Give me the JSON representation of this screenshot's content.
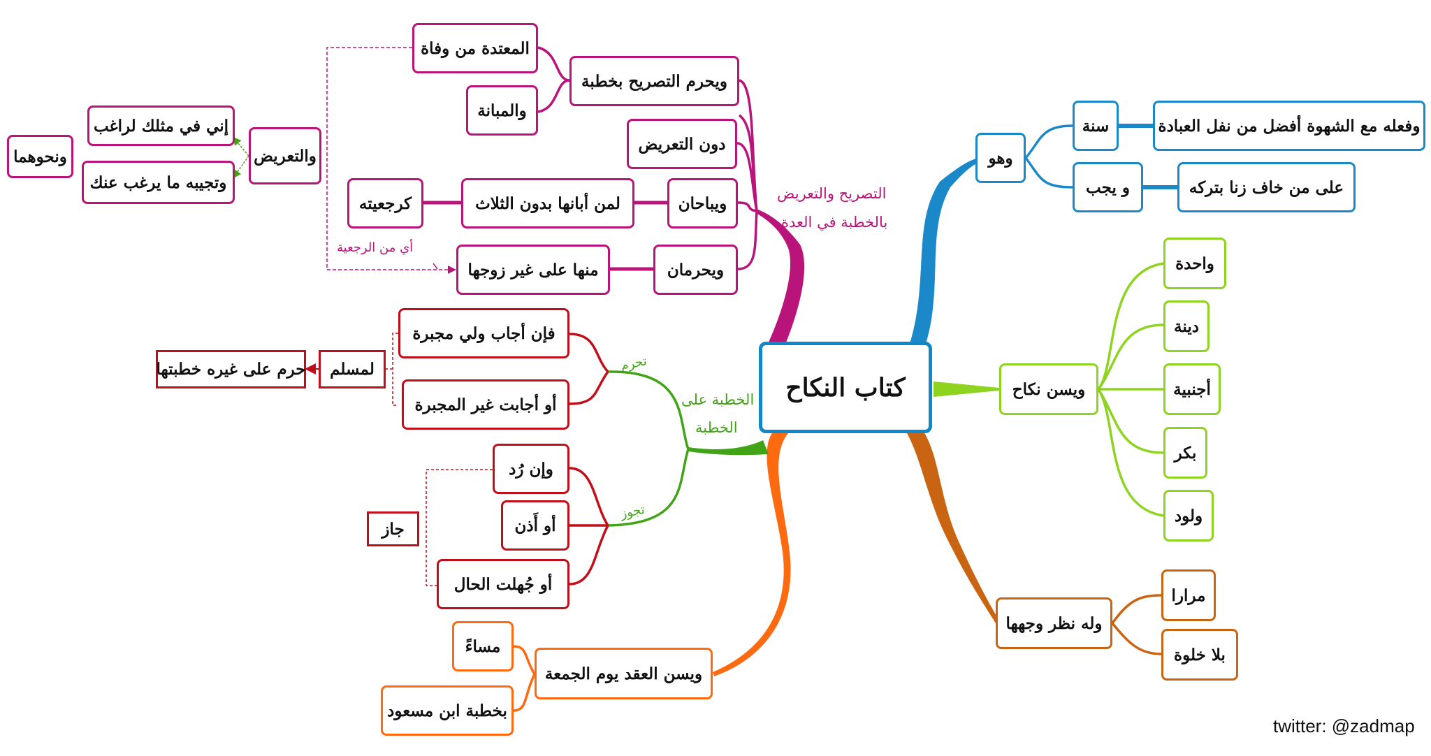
{
  "title": "كتاب النكاح",
  "credit": "twitter: @zadmap",
  "colors": {
    "blue": "#1b88c9",
    "green": "#8fd321",
    "brown": "#c96412",
    "orange": "#fd6a10",
    "darkgreen": "#41a316",
    "red": "#c00f1a",
    "magenta": "#b8147a"
  },
  "branch_labels": {
    "magenta_1": "التصريح والتعريض",
    "magenta_2": "بالخطبة في العدة",
    "green_1": "الخطبة على",
    "green_2": "الخطبة",
    "tahrum": "تحرم",
    "tajuz": "تجوز",
    "raj": "أي من الرجعية"
  },
  "nodes": {
    "wahuwa": "وهو",
    "sunna": "سنة",
    "wajib": "و يجب",
    "sunna_detail": "وفعله مع الشهوة أفضل من نفل العبادة",
    "wajib_detail": "على من خاف زنا بتركه",
    "yusan_nikah": "ويسن نكاح",
    "wahida": "واحدة",
    "dayyina": "دينة",
    "ajnabiyya": "أجنبية",
    "bikr": "بكر",
    "walud": "ولود",
    "nazar": "وله نظر وجهها",
    "mirara": "مرارا",
    "khalwa": "بلا خلوة",
    "aqd": "ويسن العقد يوم الجمعة",
    "masaan": "مساءً",
    "khutba_ibn": "بخطبة ابن مسعود",
    "fain_ajab": "فإن أجاب ولي مجبرة",
    "aw_ajabat": "أو أجابت غير المجبرة",
    "limuslim": "لمسلم",
    "haram": "حرم على غيره خطبتها",
    "wain_rud": "وإن رُد",
    "aw_udhin": "أو أَذن",
    "aw_juhilat": "أو جُهلت الحال",
    "jaz": "جاز",
    "yahrum_tasrih": "ويحرم التصريح بخطبة",
    "mutadda": "المعتدة من وفاة",
    "mubana": "والمبانة",
    "dun_tarid": "دون التعريض",
    "yubahan": "ويباحان",
    "liman_abanaha": "لمن أبانها بدون الثلاث",
    "karajiatih": "كرجعيته",
    "yahruman": "ويحرمان",
    "minha": "منها على غير زوجها",
    "tarid": "والتعريض",
    "inni": "إني في مثلك لراغب",
    "tajibuh": "وتجيبه ما يرغب عنك",
    "nahwuhuma": "ونحوهما"
  }
}
